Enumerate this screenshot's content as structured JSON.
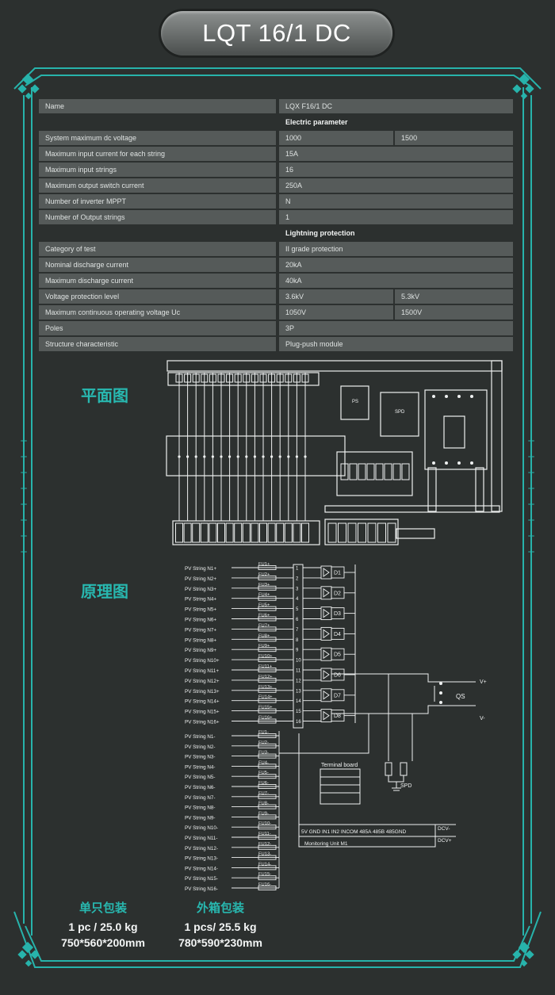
{
  "title": "LQT 16/1 DC",
  "spec": {
    "name_label": "Name",
    "name_value": "LQX F16/1 DC",
    "section_electric": "Electric parameter",
    "rows_electric": [
      {
        "label": "System maximum dc voltage",
        "v1": "1000",
        "v2": "1500"
      },
      {
        "label": "Maximum input current for each string",
        "v1": "15A",
        "v2": ""
      },
      {
        "label": "Maximum input strings",
        "v1": "16",
        "v2": ""
      },
      {
        "label": "Maximum output switch current",
        "v1": "250A",
        "v2": ""
      },
      {
        "label": "Number of inverter MPPT",
        "v1": "N",
        "v2": ""
      },
      {
        "label": "Number of Output strings",
        "v1": "1",
        "v2": ""
      }
    ],
    "section_lightning": "Lightning protection",
    "rows_lightning": [
      {
        "label": "Category of test",
        "v1": "II grade protection",
        "v2": ""
      },
      {
        "label": "Nominal discharge current",
        "v1": "20kA",
        "v2": ""
      },
      {
        "label": "Maximum discharge current",
        "v1": "40kA",
        "v2": ""
      },
      {
        "label": "Voltage protection level",
        "v1": "3.6kV",
        "v2": "5.3kV"
      },
      {
        "label": "Maximum continuous operating voltage Uc",
        "v1": "1050V",
        "v2": "1500V"
      },
      {
        "label": "Poles",
        "v1": "3P",
        "v2": ""
      },
      {
        "label": "Structure characteristic",
        "v1": "Plug-push module",
        "v2": ""
      }
    ]
  },
  "layout_label": "平面图",
  "schematic_label": "原理图",
  "layout_diagram": {
    "ps_label": "PS",
    "spd_label": "SPD"
  },
  "schematic": {
    "pos_strings": [
      "PV String N1+",
      "PV String N2+",
      "PV String N3+",
      "PV String N4+",
      "PV String N5+",
      "PV String N6+",
      "PV String N7+",
      "PV String N8+",
      "PV String N9+",
      "PV String N10+",
      "PV String N11+",
      "PV String N12+",
      "PV String N13+",
      "PV String N14+",
      "PV String N15+",
      "PV String N16+"
    ],
    "pos_fuses": [
      "FU1+",
      "FU2+",
      "FU3+",
      "FU4+",
      "FU5+",
      "FU6+",
      "FU7+",
      "FU8+",
      "FU9+",
      "FU10+",
      "FU11+",
      "FU12+",
      "FU13+",
      "FU14+",
      "FU15+",
      "FU16+"
    ],
    "neg_strings": [
      "PV String N1-",
      "PV String N2-",
      "PV String N3-",
      "PV String N4-",
      "PV String N5-",
      "PV String N6-",
      "PV String N7-",
      "PV String N8-",
      "PV String N9-",
      "PV String N10-",
      "PV String N11-",
      "PV String N12-",
      "PV String N13-",
      "PV String N14-",
      "PV String N15-",
      "PV String N16-"
    ],
    "neg_fuses": [
      "FU1-",
      "FU2-",
      "FU3-",
      "FU4-",
      "FU5-",
      "FU6-",
      "FU7-",
      "FU8-",
      "FU9-",
      "FU10-",
      "FU11-",
      "FU12-",
      "FU13-",
      "FU14-",
      "FU15-",
      "FU16-"
    ],
    "terminals": [
      "1",
      "2",
      "3",
      "4",
      "5",
      "6",
      "7",
      "8",
      "9",
      "10",
      "11",
      "12",
      "13",
      "14",
      "15",
      "16"
    ],
    "diodes": [
      "D1",
      "D2",
      "D3",
      "D4",
      "D5",
      "D6",
      "D7",
      "D8"
    ],
    "qs_label": "QS",
    "vplus": "V+",
    "vminus": "V-",
    "spd_label": "SPD",
    "terminal_board": "Terminal board",
    "monitor_pins": "5V  GND  IN1  IN2  INCOM  485A  485B  485GND",
    "dcv_minus": "DCV-",
    "dcv_plus": "DCV+",
    "monitor_label": "Monitoring  Unit  M1"
  },
  "packing": {
    "single_title": "单只包装",
    "single_qty": "1 pc / 25.0 kg",
    "single_size": "750*560*200mm",
    "outer_title": "外箱包装",
    "outer_qty": "1 pcs/ 25.5 kg",
    "outer_size": "780*590*230mm"
  },
  "colors": {
    "accent": "#28b8b0",
    "background": "#2c302f",
    "cell": "#565b5a"
  }
}
